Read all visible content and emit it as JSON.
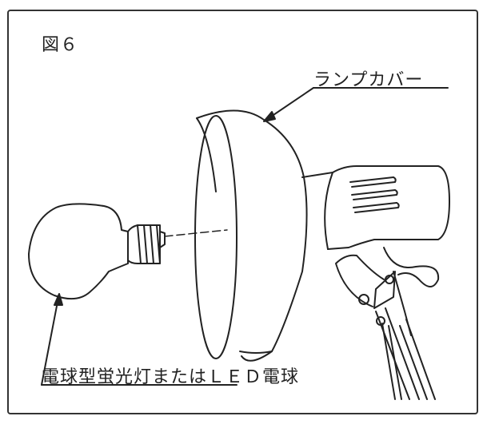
{
  "figure": {
    "label": "図６",
    "callouts": {
      "lamp_cover": "ランプカバー",
      "bulb": "電球型蛍光灯またはＬＥＤ電球"
    }
  }
}
